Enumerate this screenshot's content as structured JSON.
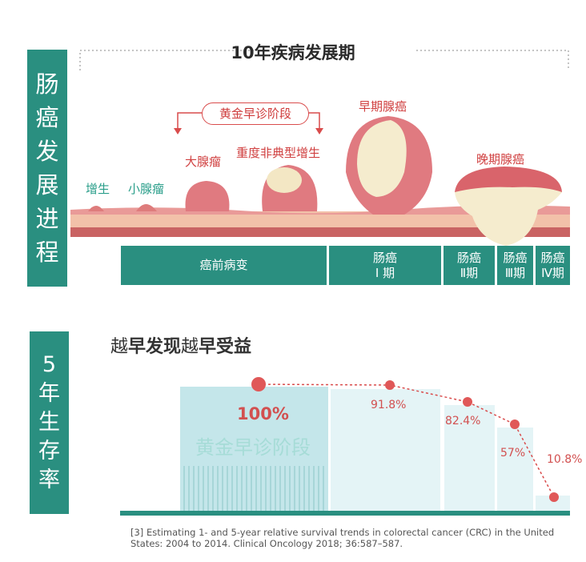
{
  "timeline": {
    "title": "10年疾病发展期",
    "sidebar_label": "肠\n癌\n发\n展\n进\n程",
    "golden_label": "黄金早诊阶段",
    "stage_labels": {
      "hyperplasia": "增生",
      "small_adenoma": "小腺瘤",
      "large_adenoma": "大腺瘤",
      "severe_dysplasia": "重度非典型增生",
      "early_adenocarcinoma": "早期腺癌",
      "late_adenocarcinoma": "晚期腺癌"
    },
    "stage_bars": [
      {
        "label": "癌前病变"
      },
      {
        "label_line1": "肠癌",
        "label_line2": "Ⅰ 期"
      },
      {
        "label_line1": "肠癌",
        "label_line2": "Ⅱ期"
      },
      {
        "label_line1": "肠癌",
        "label_line2": "Ⅲ期"
      },
      {
        "label_line1": "肠癌",
        "label_line2": "Ⅳ期"
      }
    ]
  },
  "survival": {
    "sidebar_label": "5\n年\n生\n存\n率",
    "title_part1": "越",
    "title_part2": "早发现",
    "title_part3": "越",
    "title_part4": "早受益",
    "golden_label": "黄金早诊阶段",
    "values": [
      "100%",
      "91.8%",
      "82.4%",
      "57%",
      "10.8%"
    ],
    "numeric": [
      100,
      91.8,
      82.4,
      57,
      10.8
    ]
  },
  "citation": "[3] Estimating 1- and 5-year relative survival trends in colorectal cancer (CRC) in the United States: 2004 to 2014. Clinical Oncology 2018;  36:587–587.",
  "colors": {
    "teal": "#2a8f80",
    "red": "#d94c4c",
    "light_teal": "#d2eef0"
  }
}
